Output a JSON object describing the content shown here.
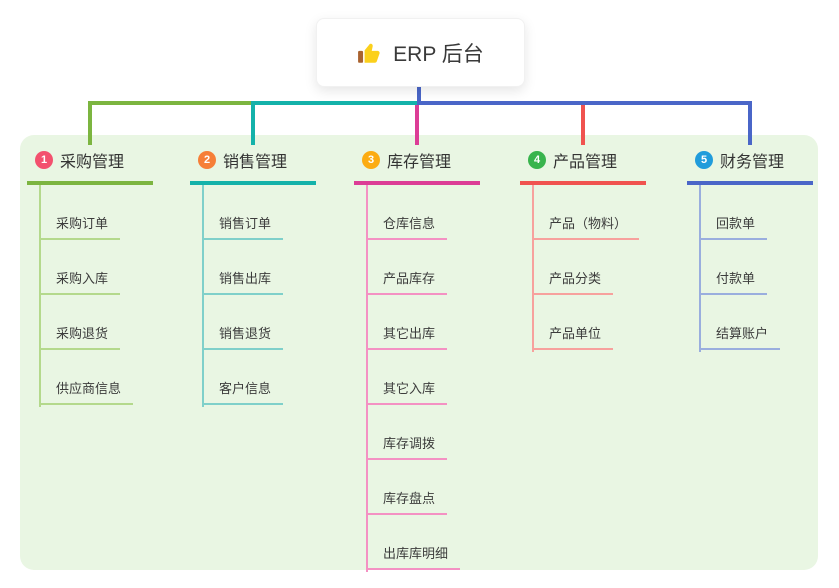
{
  "root": {
    "title": "ERP 后台",
    "icon": "thumbs-up-icon",
    "stem_color": "#4a66c8"
  },
  "panel": {
    "background": "#e9f6e3"
  },
  "branches": [
    {
      "number": "1",
      "title": "采购管理",
      "badge_color": "#f3516e",
      "line_color": "#7cb540",
      "child_line_color": "#b4d98c",
      "children": [
        "采购订单",
        "采购入库",
        "采购退货",
        "供应商信息"
      ]
    },
    {
      "number": "2",
      "title": "销售管理",
      "badge_color": "#f67f37",
      "line_color": "#14b2aa",
      "child_line_color": "#7fd0ca",
      "children": [
        "销售订单",
        "销售出库",
        "销售退货",
        "客户信息"
      ]
    },
    {
      "number": "3",
      "title": "库存管理",
      "badge_color": "#fcac12",
      "line_color": "#dc3d96",
      "child_line_color": "#f491c3",
      "children": [
        "仓库信息",
        "产品库存",
        "其它出库",
        "其它入库",
        "库存调拨",
        "库存盘点",
        "出库库明细"
      ]
    },
    {
      "number": "4",
      "title": "产品管理",
      "badge_color": "#38b44d",
      "line_color": "#f0534f",
      "child_line_color": "#f7a19d",
      "children": [
        "产品（物料）",
        "产品分类",
        "产品单位"
      ]
    },
    {
      "number": "5",
      "title": "财务管理",
      "badge_color": "#209cdb",
      "line_color": "#4a66c8",
      "child_line_color": "#9aaede",
      "children": [
        "回款单",
        "付款单",
        "结算账户"
      ]
    }
  ]
}
